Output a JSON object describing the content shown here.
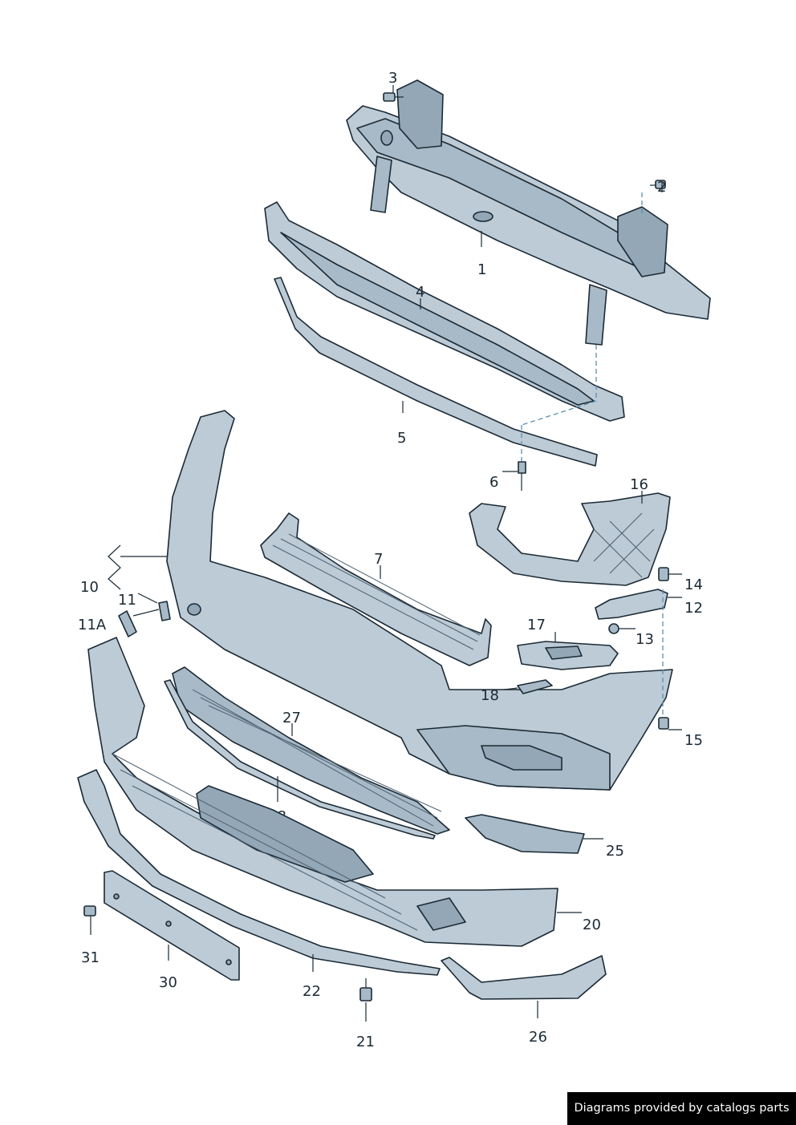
{
  "callouts": {
    "c1": "1",
    "c2": "2",
    "c3": "3",
    "c4": "4",
    "c5": "5",
    "c6": "6",
    "c7": "7",
    "c10": "10",
    "c11": "11",
    "c11a": "11A",
    "c12": "12",
    "c13": "13",
    "c14": "14",
    "c15": "15",
    "c16": "16",
    "c17": "17",
    "c18": "18",
    "c20": "20",
    "c21": "21",
    "c22": "22",
    "c25": "25",
    "c26": "26",
    "c27": "27",
    "c28": "28",
    "c30": "30",
    "c31": "31"
  },
  "footer": {
    "credit": "Diagrams provided by catalogs parts"
  }
}
